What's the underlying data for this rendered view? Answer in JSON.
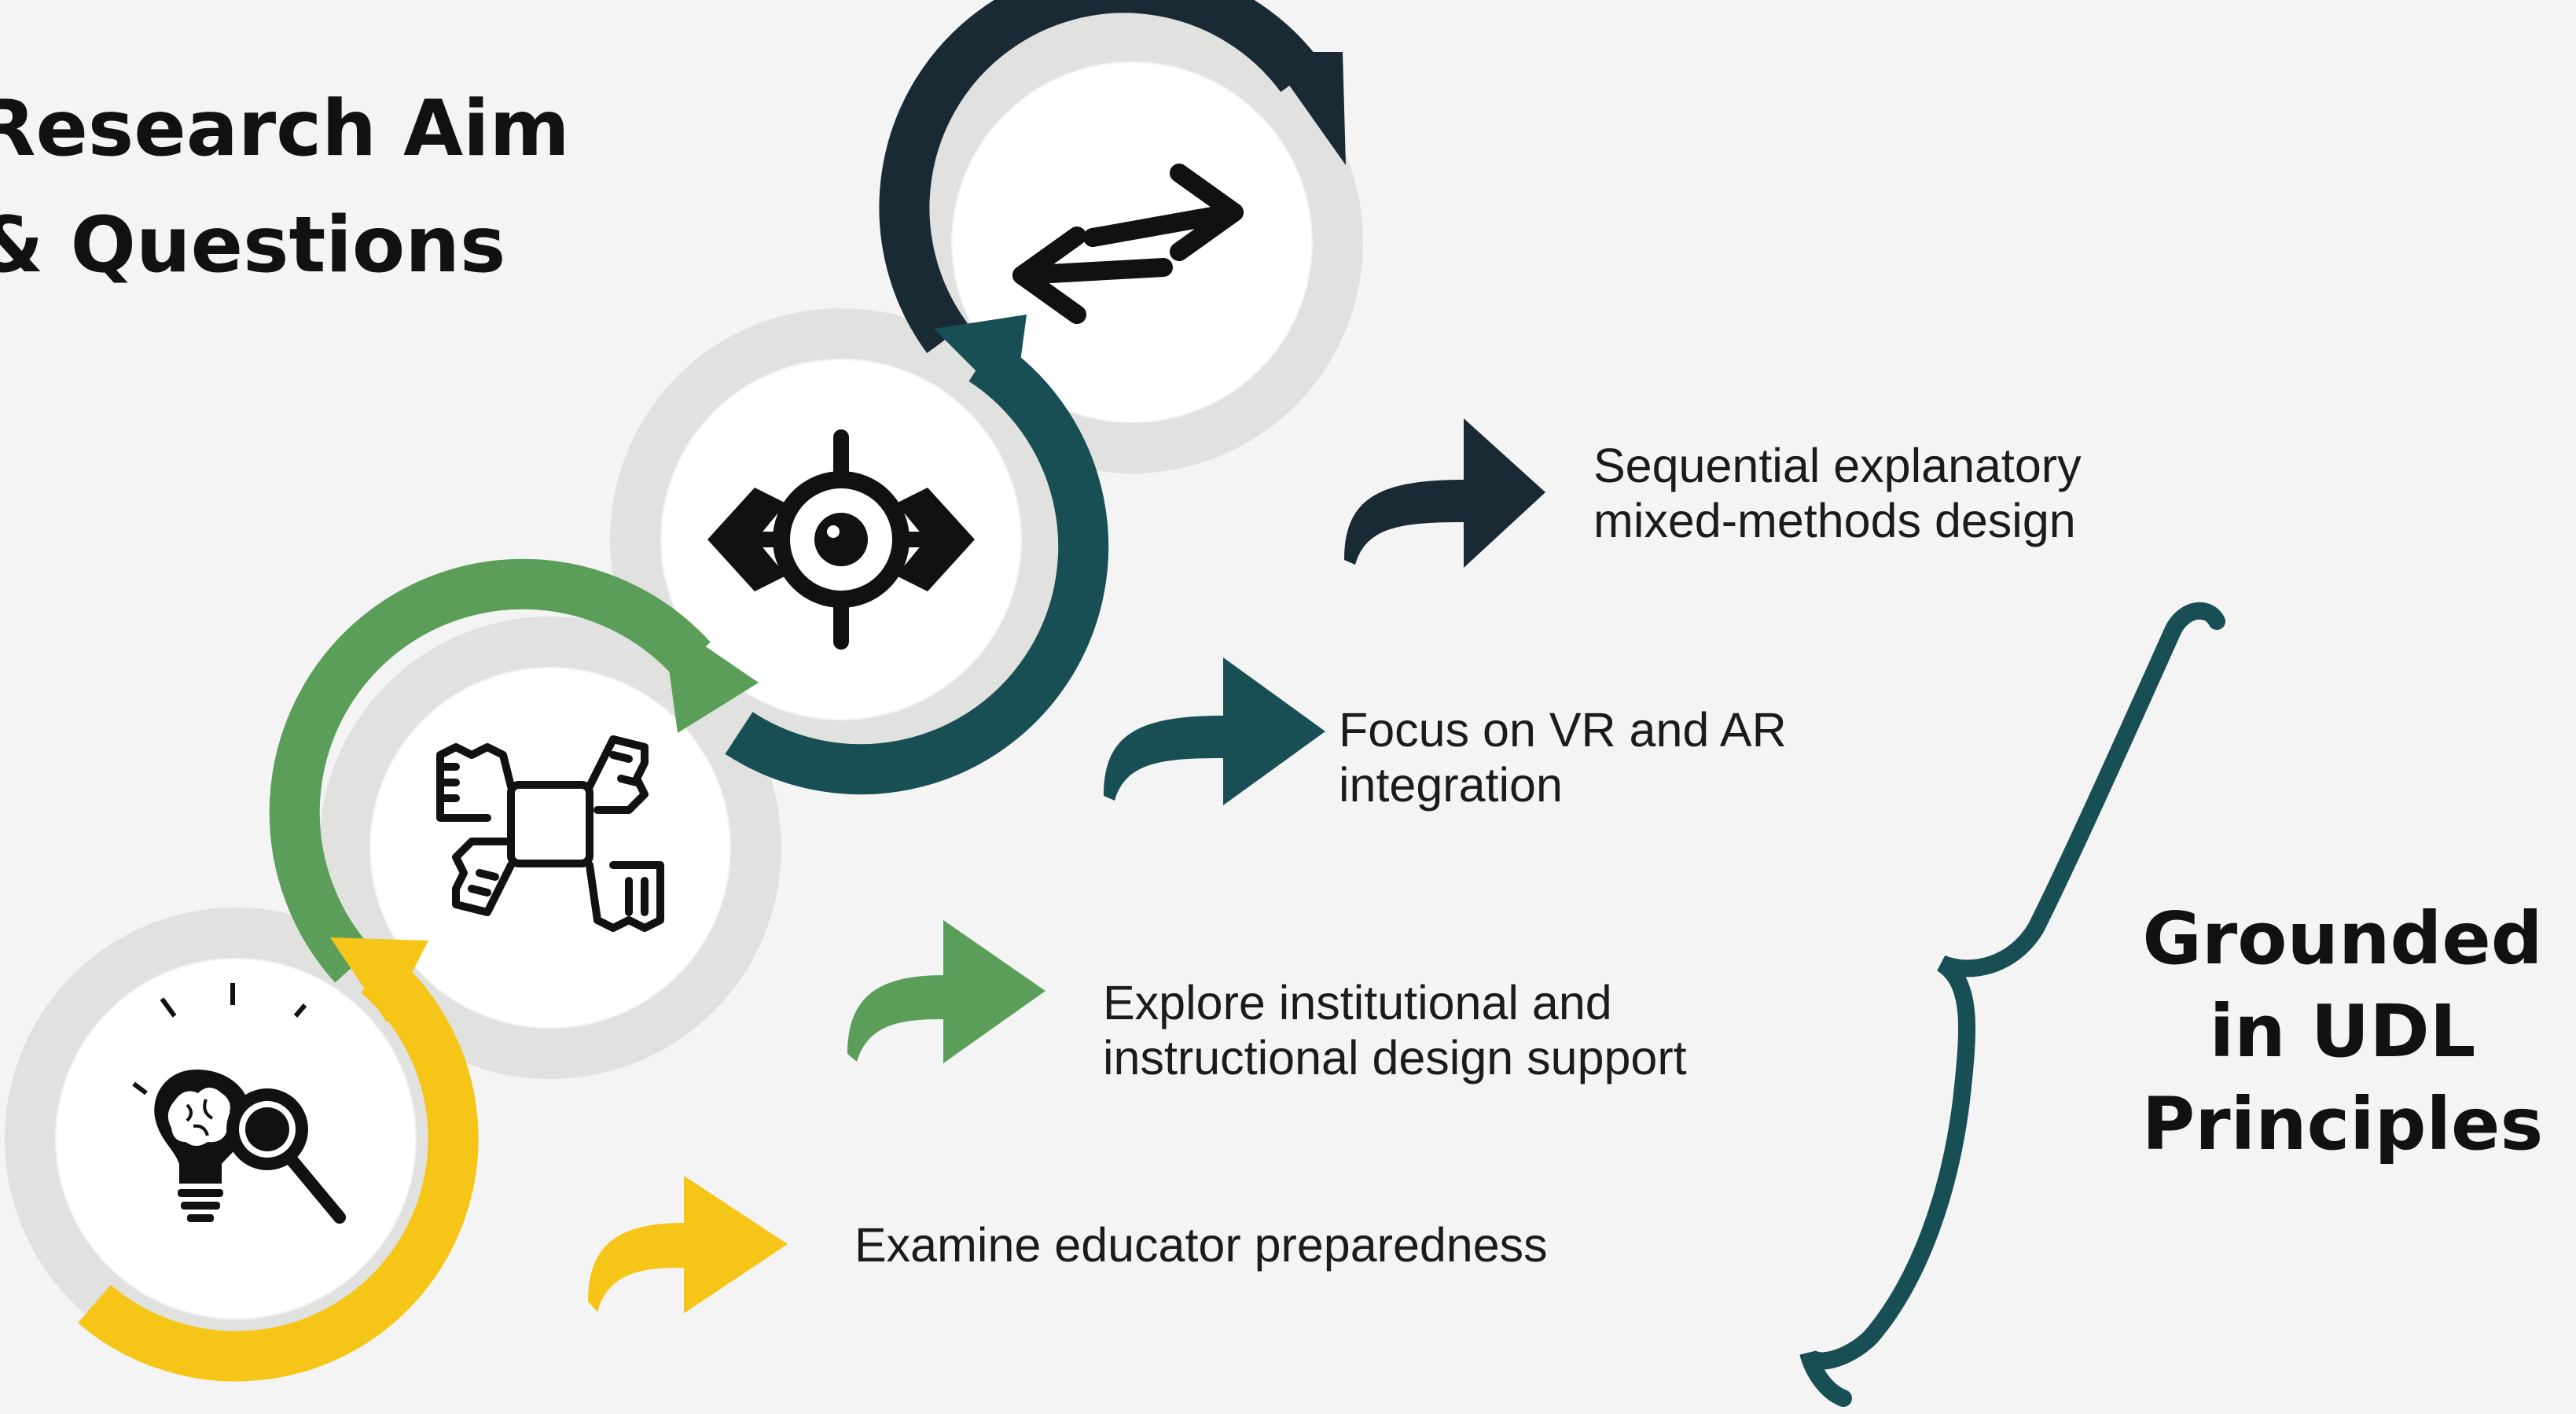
{
  "title": {
    "line1": "Research Aim",
    "line2": "& Questions"
  },
  "steps": [
    {
      "line1": "Examine educator preparedness",
      "line2": "",
      "color": "#f5c518",
      "icon": "lightbulb-magnifier-icon"
    },
    {
      "line1": "Explore institutional and",
      "line2": "instructional design support",
      "color": "#5a9e5a",
      "icon": "joined-hands-icon"
    },
    {
      "line1": "Focus on VR and AR",
      "line2": "integration",
      "color": "#174f55",
      "icon": "eye-target-icon"
    },
    {
      "line1": "Sequential explanatory",
      "line2": "mixed-methods design",
      "color": "#1a2a35",
      "icon": "double-arrow-icon"
    }
  ],
  "side_label": {
    "line1": "Grounded",
    "line2": "in UDL",
    "line3": "Principles"
  },
  "colors": {
    "background": "#f4f4f4",
    "ring_grey": "#e1e1df",
    "brace": "#174f55",
    "yellow": "#f5c518",
    "green": "#5a9e5a",
    "teal": "#174f55",
    "navy": "#1a2a35"
  }
}
